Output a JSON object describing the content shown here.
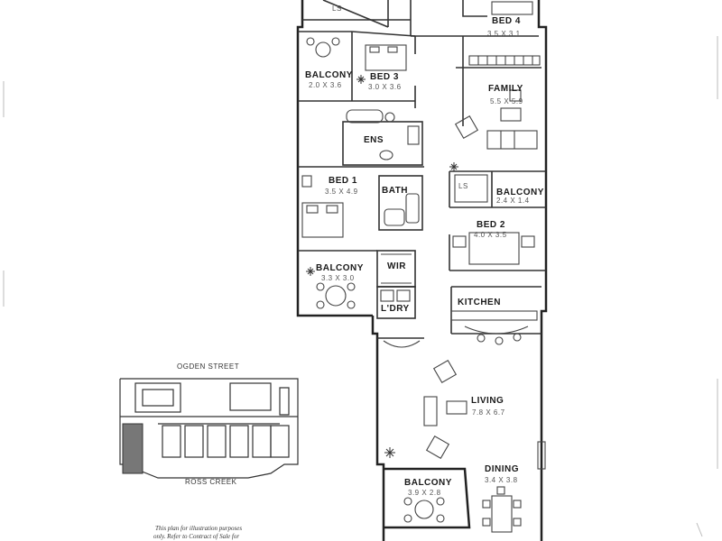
{
  "rooms": {
    "ls_top": {
      "name": "LS"
    },
    "bed4": {
      "name": "BED 4",
      "dims": "3.5 X 3.1"
    },
    "balcony_left": {
      "name": "BALCONY",
      "dims": "2.0 X 3.6"
    },
    "bed3": {
      "name": "BED 3",
      "dims": "3.0 X 3.6"
    },
    "family": {
      "name": "FAMILY",
      "dims": "5.5 X 5.9"
    },
    "ens": {
      "name": "ENS"
    },
    "bed1": {
      "name": "BED 1",
      "dims": "3.5 X 4.9"
    },
    "bath": {
      "name": "BATH"
    },
    "ls_mid": {
      "name": "LS"
    },
    "balcony_mid": {
      "name": "BALCONY",
      "dims": "2.4 X 1.4"
    },
    "bed2": {
      "name": "BED 2",
      "dims": "4.0 X 3.5"
    },
    "wir": {
      "name": "WIR"
    },
    "balcony_bed1": {
      "name": "BALCONY",
      "dims": "3.3 X 3.0"
    },
    "kitchen": {
      "name": "KITCHEN"
    },
    "ldry": {
      "name": "L'DRY"
    },
    "living": {
      "name": "LIVING",
      "dims": "7.8 X 6.7"
    },
    "dining": {
      "name": "DINING",
      "dims": "3.4 X 3.8"
    },
    "balcony_bottom": {
      "name": "BALCONY",
      "dims": "3.9 X 2.8"
    }
  },
  "site_plan": {
    "top_street": "OGDEN STREET",
    "bottom_street": "ROSS CREEK"
  },
  "disclaimer": {
    "line1": "This plan for illustration purposes",
    "line2": "only. Refer to Contract of Sale for"
  }
}
